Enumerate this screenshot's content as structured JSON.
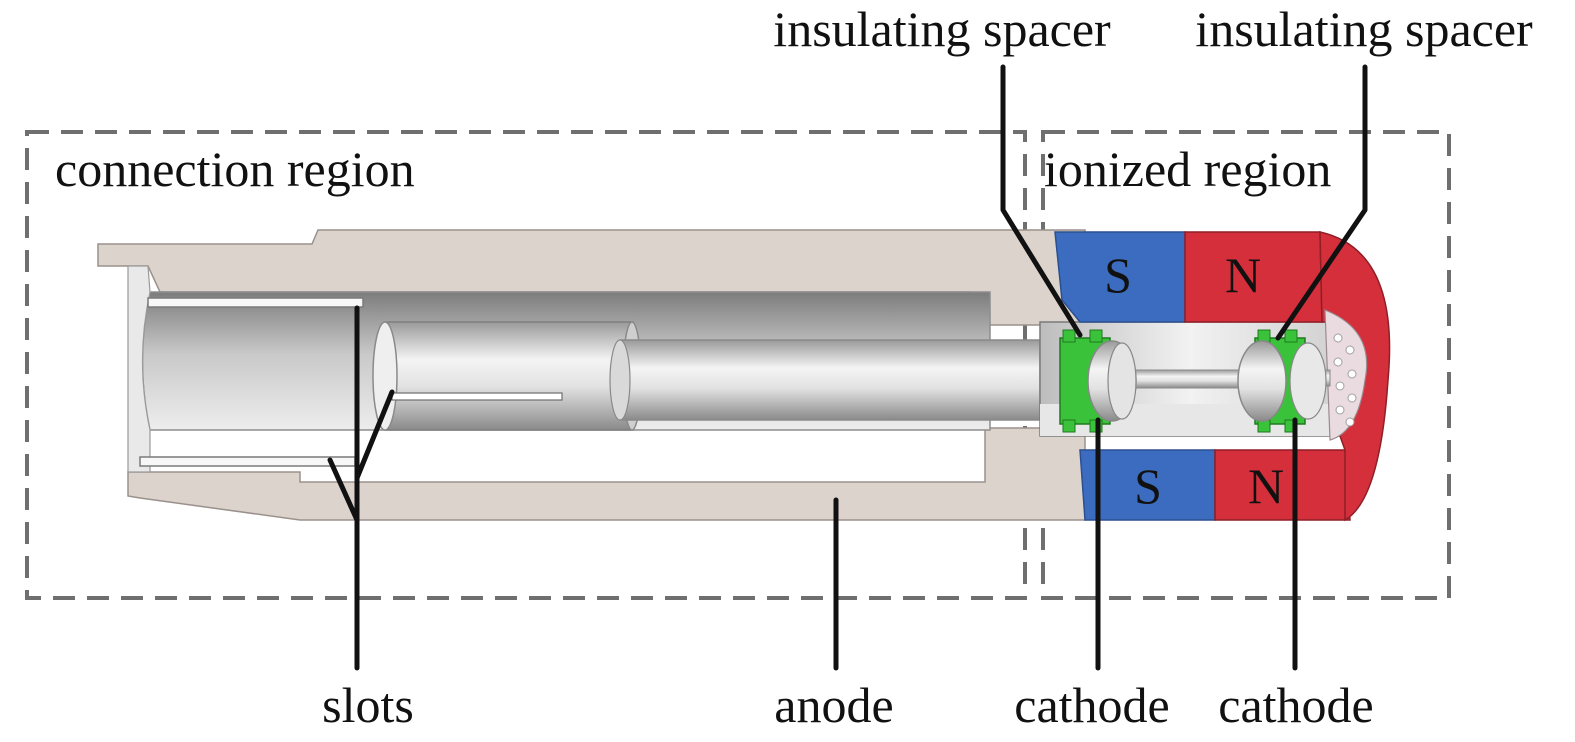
{
  "labels": {
    "connection_region": "connection region",
    "ionized_region": "ionized region",
    "insulating_spacer_left": "insulating spacer",
    "insulating_spacer_right": "insulating spacer",
    "slots": "slots",
    "anode": "anode",
    "cathode_left": "cathode",
    "cathode_right": "cathode"
  },
  "magnets": {
    "top_south": "S",
    "top_north": "N",
    "bottom_south": "S",
    "bottom_north": "N"
  },
  "colors": {
    "south_pole": "#3b6cc0",
    "north_pole": "#d42f3a",
    "spacer": "#3bc23b",
    "anode_shell": "#ddd3cd",
    "region_border": "#6f6f6f"
  }
}
